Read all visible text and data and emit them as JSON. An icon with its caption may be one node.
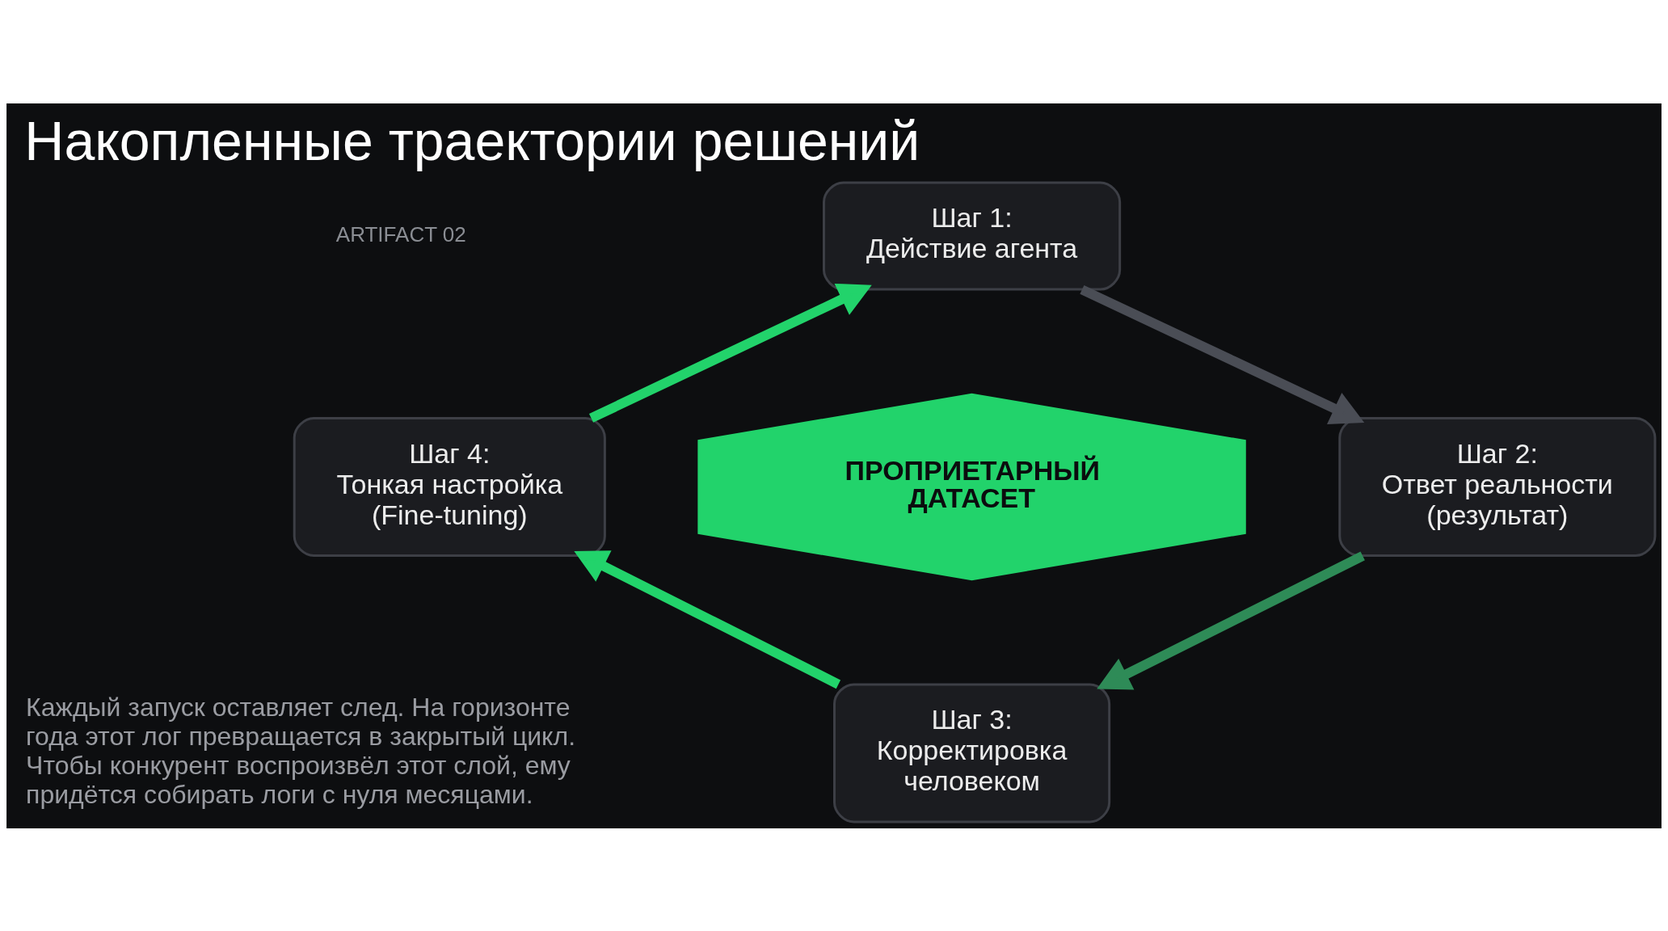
{
  "diagram": {
    "title": "Накопленные траектории решений",
    "nodes": [
      {
        "text": [
          "Шаг 1:",
          "Действие агента"
        ]
      },
      {
        "text": [
          "Шаг 4:",
          "Тонкая настройка (Fine-tuning)"
        ]
      },
      {
        "text": [
          "ПРОПРИЕТАРНЫЙ ДАТАСЕТ"
        ]
      },
      {
        "text": [
          "Шаг 2:",
          "Ответ реальности (результат)"
        ]
      },
      {
        "text": [
          "Шаг 3:",
          "Корректировка человеком"
        ]
      }
    ],
    "edges": [
      {
        "from": 0,
        "to": 3,
        "arrow": "to",
        "color": "#4a4d55"
      },
      {
        "from": 3,
        "to": 4,
        "arrow": "to",
        "color": "#2e8b57"
      },
      {
        "from": 4,
        "to": 1,
        "arrow": "to"
      },
      {
        "from": 1,
        "to": 0,
        "arrow": "to"
      }
    ],
    "labels": [
      "ARTIFACT 02",
      "Каждый запуск оставляет след. На горизонте года этот лог превращается в закрытый цикл. Чтобы конкурент воспроизвёл этот слой, ему придётся собирать логи с нуля месяцами."
    ]
  }
}
